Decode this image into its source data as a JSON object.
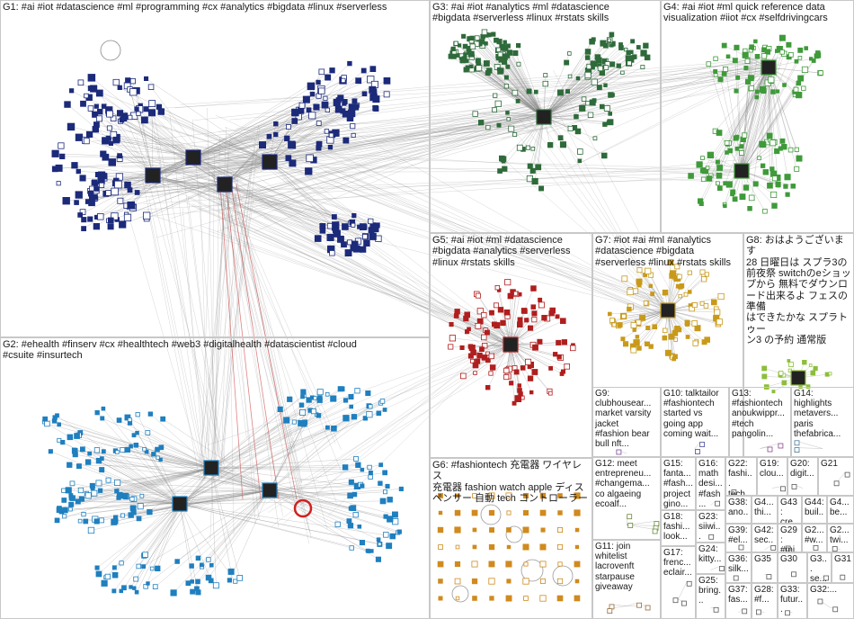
{
  "graph": {
    "background": "#ffffff",
    "edge_color": "#8a8a8a",
    "border_color": "#c8c8c8",
    "groups": [
      {
        "id": "G1",
        "label": "G1: #ai #iot #datascience #ml #programming #cx #analytics #bigdata #linux #serverless",
        "color": "#1c2a7a"
      },
      {
        "id": "G2",
        "label": "G2: #ehealth #finserv #cx #healthtech #web3 #digitalhealth #datascientist #cloud\n#csuite #insurtech",
        "color": "#1f7fbf"
      },
      {
        "id": "G3",
        "label": "G3: #ai #iot #analytics #ml #datascience\n#bigdata #serverless #linux #rstats skills",
        "color": "#2e6a3a"
      },
      {
        "id": "G4",
        "label": "G4: #ai #iot #ml quick reference data\nvisualization #iiot #cx #selfdrivingcars",
        "color": "#3f9a3a"
      },
      {
        "id": "G5",
        "label": "G5: #ai #iot #ml #datascience\n#bigdata #analytics #serverless\n#linux #rstats skills",
        "color": "#b01e1e"
      },
      {
        "id": "G7",
        "label": "G7: #iot #ai #ml #analytics\n#datascience #bigdata\n#serverless #linux #rstats skills",
        "color": "#c99a1a"
      },
      {
        "id": "G8",
        "label": "G8: おはようございます\n28 日曜日は スプラ3の\n前夜祭 switchのeショッ\nプから 無料でダウンロ\nード出来るよ フェスの準備\nはできたかな スプラトゥー\nン3 の予約 通常版",
        "color": "#8cbf3a"
      },
      {
        "id": "G6",
        "label": "G6: #fashiontech 充電器 ワイヤレス\n充電器 fashion watch apple ディス\nペンサー 自動 tech コントローラー",
        "color": "#d08a1e"
      },
      {
        "id": "G9",
        "label": "G9:\nclubhousear...\nmarket varsity\njacket\n#fashion bear\nbull nft...",
        "color": "#7a4a9a"
      },
      {
        "id": "G10",
        "label": "G10: talktailor\n#fashiontech\nstarted vs\ngoing app\ncoming wait...",
        "color": "#4a4a9a"
      },
      {
        "id": "G13",
        "label": "G13:\n#fashiontech\nanoukwippr...\n#tech\npangolin...",
        "color": "#8a4a8a"
      },
      {
        "id": "G14",
        "label": "G14:\nhighlights\nmetavers...\nparis\nthefabrica...",
        "color": "#4a7a9a"
      },
      {
        "id": "G12",
        "label": "G12: meet\nentrepreneu...\n#changema...\nco algaeing\necoalf...",
        "color": "#6a8a3a"
      },
      {
        "id": "G11",
        "label": "G11: join\nwhitelist\nlacrovenft\nstarpause\ngiveaway",
        "color": "#9a6a3a"
      },
      {
        "id": "G15",
        "label": "G15:\nfanta...\n#fash...\nproject\ngino...",
        "color": "#5a5a5a"
      },
      {
        "id": "G16",
        "label": "G16:\nmath\ndesi...\n#fash...",
        "color": "#5a5a5a"
      },
      {
        "id": "G22",
        "label": "G22:\nfashi...\ntech...",
        "color": "#5a5a5a"
      },
      {
        "id": "G19",
        "label": "G19:\nclou...",
        "color": "#5a5a5a"
      },
      {
        "id": "G20",
        "label": "G20:\ndigit...",
        "color": "#5a5a5a"
      },
      {
        "id": "G21",
        "label": "G21",
        "color": "#5a5a5a"
      },
      {
        "id": "G23",
        "label": "G23:\nsiiwi...",
        "color": "#5a5a5a"
      },
      {
        "id": "G38",
        "label": "G38:\nano...",
        "color": "#5a5a5a"
      },
      {
        "id": "G4x",
        "label": "G4...\nthi...",
        "color": "#5a5a5a"
      },
      {
        "id": "G43",
        "label": "G43:\ncre...",
        "color": "#5a5a5a"
      },
      {
        "id": "G44",
        "label": "G44:\nbuil...",
        "color": "#5a5a5a"
      },
      {
        "id": "G4y",
        "label": "G4...\nbe...",
        "color": "#5a5a5a"
      },
      {
        "id": "G18",
        "label": "G18:\nfashi...\nlook...",
        "color": "#5a5a5a"
      },
      {
        "id": "G39",
        "label": "G39:\n#el...",
        "color": "#5a5a5a"
      },
      {
        "id": "G42",
        "label": "G42:\nsec...",
        "color": "#5a5a5a"
      },
      {
        "id": "G29",
        "label": "G29:\n#mi...",
        "color": "#5a5a5a"
      },
      {
        "id": "G2x",
        "label": "G2...\n#w...",
        "color": "#5a5a5a"
      },
      {
        "id": "G2y",
        "label": "G2...\ntwi...",
        "color": "#5a5a5a"
      },
      {
        "id": "G24",
        "label": "G24:\nkitty...",
        "color": "#5a5a5a"
      },
      {
        "id": "G36",
        "label": "G36:\nsilk...",
        "color": "#5a5a5a"
      },
      {
        "id": "G35",
        "label": "G35",
        "color": "#5a5a5a"
      },
      {
        "id": "G30",
        "label": "G30",
        "color": "#5a5a5a"
      },
      {
        "id": "G3x",
        "label": "G3...\nse...",
        "color": "#5a5a5a"
      },
      {
        "id": "G31",
        "label": "G31",
        "color": "#5a5a5a"
      },
      {
        "id": "G17",
        "label": "G17:\nfrenc...\neclair...",
        "color": "#5a5a5a"
      },
      {
        "id": "G25",
        "label": "G25:\nbring...",
        "color": "#5a5a5a"
      },
      {
        "id": "G37",
        "label": "G37:\nfas...",
        "color": "#5a5a5a"
      },
      {
        "id": "G28",
        "label": "G28:\n#f...",
        "color": "#5a5a5a"
      },
      {
        "id": "G33",
        "label": "G33:\nfutur...",
        "color": "#5a5a5a"
      },
      {
        "id": "G32",
        "label": "G32:...",
        "color": "#5a5a5a"
      }
    ]
  }
}
